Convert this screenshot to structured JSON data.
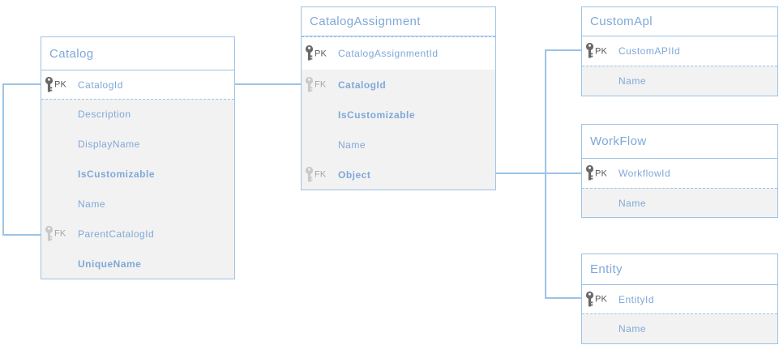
{
  "colors": {
    "line": "#9DC3E6",
    "text_blue": "#7FA8D8",
    "pk_gray": "#595959",
    "fk_gray": "#A6A6A6",
    "attribute_section_bg": "#F2F2F2",
    "background": "#FFFFFF"
  },
  "tables": {
    "catalog": {
      "title": "Catalog",
      "fields": [
        {
          "key": "PK",
          "name": "CatalogId"
        },
        {
          "name": "Description"
        },
        {
          "name": "DisplayName"
        },
        {
          "name": "IsCustomizable"
        },
        {
          "name": "Name"
        },
        {
          "key": "FK",
          "name": "ParentCatalogId"
        },
        {
          "name": "UniqueName"
        }
      ]
    },
    "catalog_assignment": {
      "title": "CatalogAssignment",
      "fields": [
        {
          "key": "PK",
          "name": "CatalogAssignmentId"
        },
        {
          "key": "FK",
          "name": "CatalogId"
        },
        {
          "name": "IsCustomizable"
        },
        {
          "name": "Name"
        },
        {
          "key": "FK",
          "name": "Object"
        }
      ]
    },
    "custom_api": {
      "title": "CustomApl",
      "fields": [
        {
          "key": "PK",
          "name": "CustomAPIId"
        },
        {
          "name": "Name"
        }
      ]
    },
    "workflow": {
      "title": "WorkFlow",
      "fields": [
        {
          "key": "PK",
          "name": "WorkflowId"
        },
        {
          "name": "Name"
        }
      ]
    },
    "entity": {
      "title": "Entity",
      "fields": [
        {
          "key": "PK",
          "name": "EntityId"
        },
        {
          "name": "Name"
        }
      ]
    }
  },
  "relationships": [
    {
      "from": "Catalog.ParentCatalogId",
      "to": "Catalog.CatalogId"
    },
    {
      "from": "CatalogAssignment.CatalogId",
      "to": "Catalog.CatalogId"
    },
    {
      "from": "CatalogAssignment.Object",
      "to": "CustomApl.CustomAPIId"
    },
    {
      "from": "CatalogAssignment.Object",
      "to": "WorkFlow.WorkflowId"
    },
    {
      "from": "CatalogAssignment.Object",
      "to": "Entity.EntityId"
    }
  ]
}
